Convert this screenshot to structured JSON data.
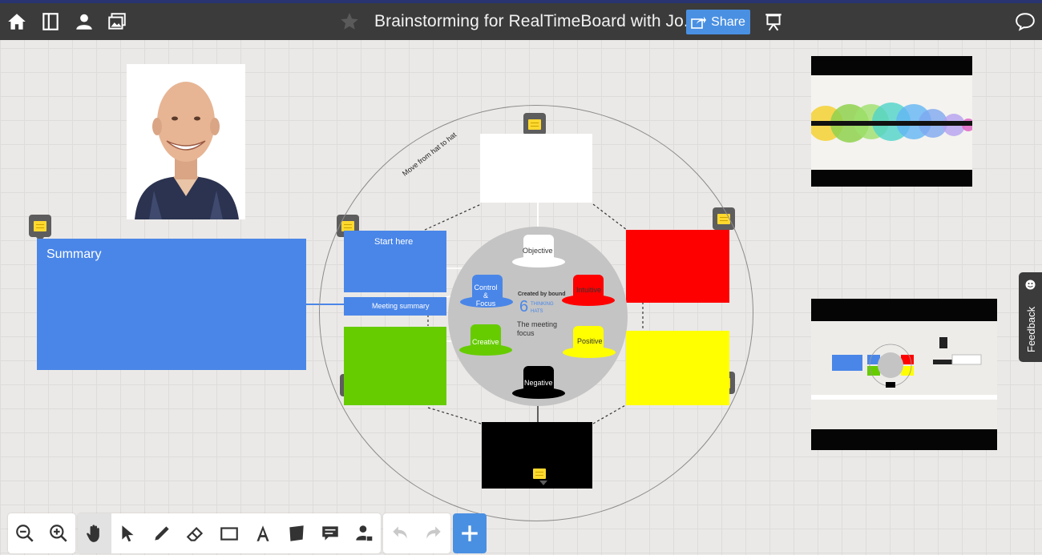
{
  "topbar": {
    "title": "Brainstorming for RealTimeBoard with Jo...",
    "share_label": "Share"
  },
  "canvas": {
    "summary_label": "Summary",
    "start_here_label": "Start here",
    "meeting_summary_label": "Meeting summary",
    "move_label": "Move from hat to hat",
    "hats": {
      "objective": "Objective",
      "control": "Control & Focus",
      "intuitive": "Intuitive",
      "creative": "Creative",
      "positive": "Positive",
      "negative": "Negative"
    },
    "center": {
      "brand": "Created by bound",
      "number": "6",
      "thinking": "THINKING",
      "hats": "HATS",
      "focus": "The meeting focus"
    }
  },
  "feedback_label": "Feedback",
  "colors": {
    "accent": "#4a90e2",
    "topbar": "#3b3b3b",
    "summary_blue": "#4a86e8",
    "red": "#ff0000",
    "green": "#66cc00",
    "yellow": "#ffff00",
    "sticky": "#ffd92e"
  }
}
